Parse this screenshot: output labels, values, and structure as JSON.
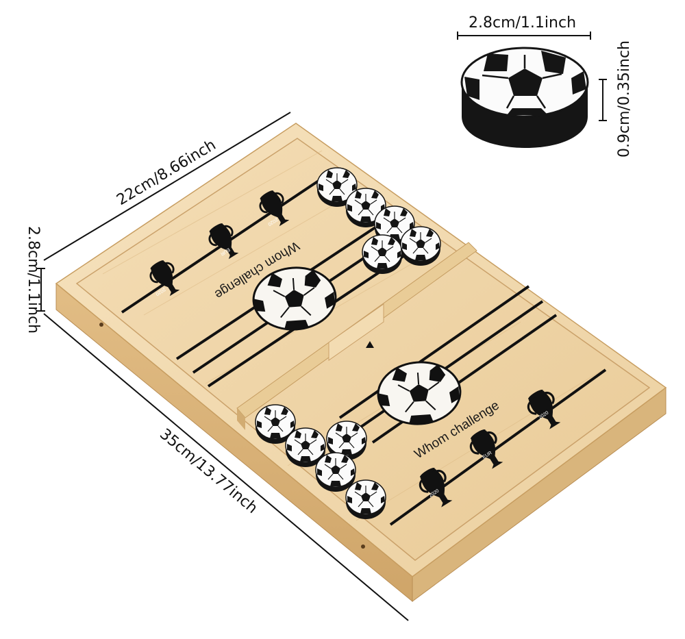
{
  "dimensions": {
    "puck_diameter": "2.8cm/1.1inch",
    "puck_height": "0.9cm/0.35inch",
    "board_width": "22cm/8.66inch",
    "board_height": "2.8cm/1.1inch",
    "board_length": "35cm/13.77inch"
  },
  "board": {
    "slogan_top": "Whom challenge",
    "slogan_bottom": "Whom challenge",
    "trophy_labels_top": [
      "2020",
      "EUR",
      "2020"
    ],
    "trophy_labels_bottom": [
      "2020",
      "EUR",
      "2020"
    ],
    "puck_count_top": 5,
    "puck_count_bottom": 5
  },
  "colors": {
    "wood_light": "#f3dcb2",
    "wood_mid": "#e6c48f",
    "wood_dark": "#c9a46a",
    "ink": "#111111"
  }
}
